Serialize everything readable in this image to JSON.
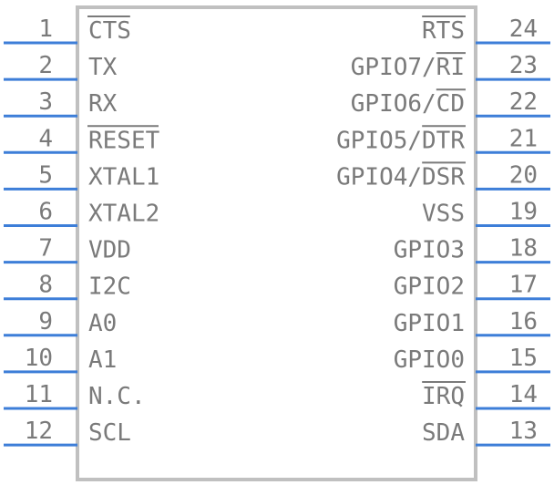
{
  "component": {
    "body_color": "#c0c0c0",
    "pin_color": "#3d7ed8",
    "text_color": "#7a7a7a"
  },
  "pins_left": [
    {
      "num": "1",
      "label": "CTS",
      "active_low": true
    },
    {
      "num": "2",
      "label": "TX",
      "active_low": false
    },
    {
      "num": "3",
      "label": "RX",
      "active_low": false
    },
    {
      "num": "4",
      "label": "RESET",
      "active_low": true
    },
    {
      "num": "5",
      "label": "XTAL1",
      "active_low": false
    },
    {
      "num": "6",
      "label": "XTAL2",
      "active_low": false
    },
    {
      "num": "7",
      "label": "VDD",
      "active_low": false
    },
    {
      "num": "8",
      "label": "I2C",
      "active_low": false
    },
    {
      "num": "9",
      "label": "A0",
      "active_low": false
    },
    {
      "num": "10",
      "label": "A1",
      "active_low": false
    },
    {
      "num": "11",
      "label": "N.C.",
      "active_low": false
    },
    {
      "num": "12",
      "label": "SCL",
      "active_low": false
    }
  ],
  "pins_right": [
    {
      "num": "24",
      "label": "RTS",
      "overline": "RTS"
    },
    {
      "num": "23",
      "label": "GPIO7/RI",
      "overline": "RI"
    },
    {
      "num": "22",
      "label": "GPIO6/CD",
      "overline": "CD"
    },
    {
      "num": "21",
      "label": "GPIO5/DTR",
      "overline": "DTR"
    },
    {
      "num": "20",
      "label": "GPIO4/DSR",
      "overline": "DSR"
    },
    {
      "num": "19",
      "label": "VSS",
      "overline": ""
    },
    {
      "num": "18",
      "label": "GPIO3",
      "overline": ""
    },
    {
      "num": "17",
      "label": "GPIO2",
      "overline": ""
    },
    {
      "num": "16",
      "label": "GPIO1",
      "overline": ""
    },
    {
      "num": "15",
      "label": "GPIO0",
      "overline": ""
    },
    {
      "num": "14",
      "label": "IRQ",
      "overline": "IRQ"
    },
    {
      "num": "13",
      "label": "SDA",
      "overline": ""
    }
  ]
}
